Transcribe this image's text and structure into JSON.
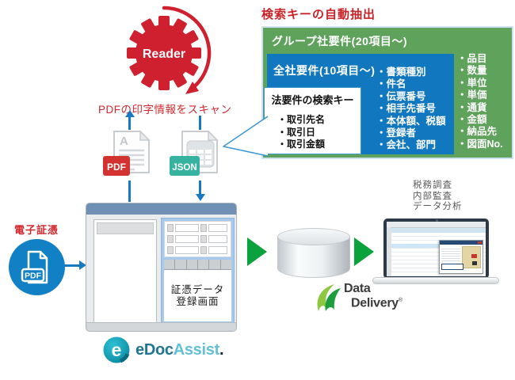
{
  "extraction": {
    "title": "検索キーの自動抽出",
    "group_header": "グループ社要件(20項目〜)",
    "company_header": "全社要件(10項目〜)",
    "legal_box": {
      "title": "法要件の検索キー",
      "items": [
        "取引先名",
        "取引日",
        "取引金額"
      ]
    },
    "company_items": [
      "書類種別",
      "件名",
      "伝票番号",
      "相手先番号",
      "本体額、税額",
      "登録者",
      "会社、部門"
    ],
    "group_items": [
      "品目",
      "数量",
      "単位",
      "単価",
      "通貨",
      "金額",
      "納品先",
      "図面No."
    ]
  },
  "reader": {
    "label": "Reader",
    "scan_note": "PDFの印字情報をスキャン"
  },
  "files": {
    "pdf_label": "PDF",
    "json_label": "JSON"
  },
  "evidence": {
    "label": "電子証憑",
    "pdf_label": "PDF"
  },
  "app_window": {
    "screen_label_line1": "証憑データ",
    "screen_label_line2": "登録画面"
  },
  "purposes": [
    "税務調査",
    "内部監査",
    "データ分析"
  ],
  "data_delivery": {
    "line1": "Data",
    "line2": "Delivery",
    "reg": "®"
  },
  "edoc": {
    "icon_letter": "e",
    "name_dark": "eDoc",
    "name_light": "Assist",
    "period": "."
  },
  "colors": {
    "accent_red": "#cb2128",
    "panel_green": "#5fa25c",
    "panel_blue": "#1178bf",
    "bubble_border": "#3b97d3",
    "arrow_blue": "#1879c0",
    "arrow_green": "#0aa23c",
    "pdf_badge_red": "#d23230",
    "json_badge_teal": "#35b2a0",
    "titlebar_blue": "#6f8fb4",
    "edoc_teal": "#17a2b8"
  }
}
